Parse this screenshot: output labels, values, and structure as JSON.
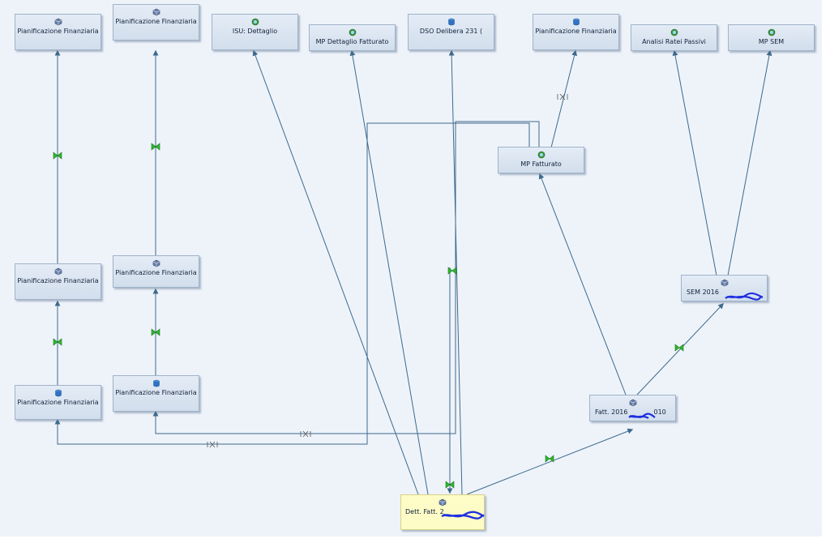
{
  "diagram": {
    "nodes": {
      "pf_top_1": {
        "label": "Pianificazione Finanziaria",
        "icon": "cube-icon"
      },
      "pf_top_2": {
        "label": "Pianificazione Finanziaria",
        "icon": "cube-icon"
      },
      "isu": {
        "label": "ISU: Dettaglio",
        "icon": "gear-globe-icon"
      },
      "mp_det": {
        "label": "MP Dettaglio Fatturato",
        "icon": "gear-globe-icon"
      },
      "dso": {
        "label": "DSO Delibera 231 (",
        "icon": "database-icon"
      },
      "pf_top_3": {
        "label": "Pianificazione Finanziaria",
        "icon": "database-icon"
      },
      "arp": {
        "label": "Analisi Ratei Passivi",
        "icon": "gear-globe-icon"
      },
      "mp_sem": {
        "label": "MP SEM",
        "icon": "gear-globe-icon"
      },
      "mp_fatt": {
        "label": "MP Fatturato",
        "icon": "gear-globe-icon"
      },
      "pf_mid_1": {
        "label": "Pianificazione Finanziaria",
        "icon": "cube-icon"
      },
      "pf_mid_2": {
        "label": "Pianificazione Finanziaria",
        "icon": "cube-icon"
      },
      "sem2016": {
        "label": "SEM 2016",
        "icon": "cube-icon"
      },
      "pf_low_1": {
        "label": "Pianificazione Finanziaria",
        "icon": "database-icon"
      },
      "pf_low_2": {
        "label": "Pianificazione Finanziaria",
        "icon": "database-icon"
      },
      "fatt2016": {
        "label": "Fatt. 2016",
        "label_tail": "010",
        "icon": "cube-icon"
      },
      "dett": {
        "label": "Dett. Fatt. 2",
        "icon": "cube-icon"
      }
    },
    "colors": {
      "wire": "#3d6a8c",
      "active_connector": "#2db82d",
      "inactive_connector": "#555555",
      "highlight": "#fdfbc6",
      "scribble": "#1e2fe0"
    }
  }
}
